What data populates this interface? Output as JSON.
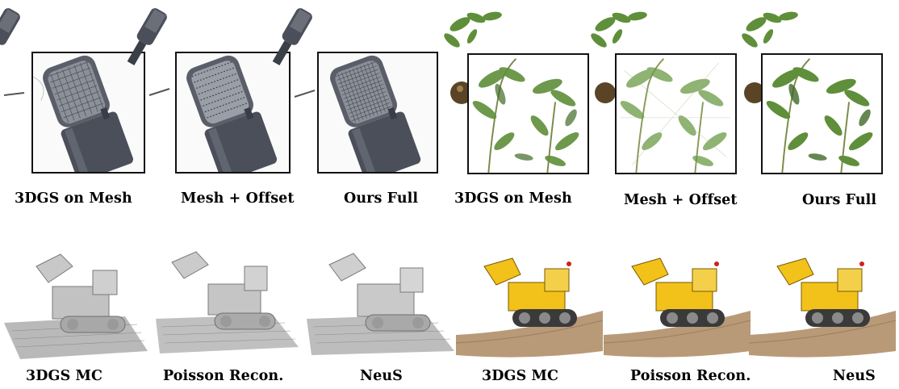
{
  "top_row": {
    "captions": [
      "3DGS on Mesh",
      "Mesh + Offset",
      "Ours Full",
      "3DGS on Mesh",
      "Mesh + Offset",
      "Ours Full"
    ]
  },
  "bottom_row": {
    "captions": [
      "3DGS MC",
      "Poisson Recon.",
      "NeuS",
      "3DGS MC",
      "Poisson Recon.",
      "NeuS"
    ]
  },
  "colors": {
    "mic_body": "#4b4f5a",
    "mic_highlight": "#8a8f99",
    "plant_leaf": "#5f8f3a",
    "plant_leaf_dark": "#3f6a26",
    "mesh_gray": "#b9b9b9",
    "mesh_dark": "#7a7a7a",
    "lego_yellow": "#f2c21b",
    "lego_dark": "#3a3a3a",
    "lego_base": "#b89a78",
    "inset_border": "#111111"
  }
}
